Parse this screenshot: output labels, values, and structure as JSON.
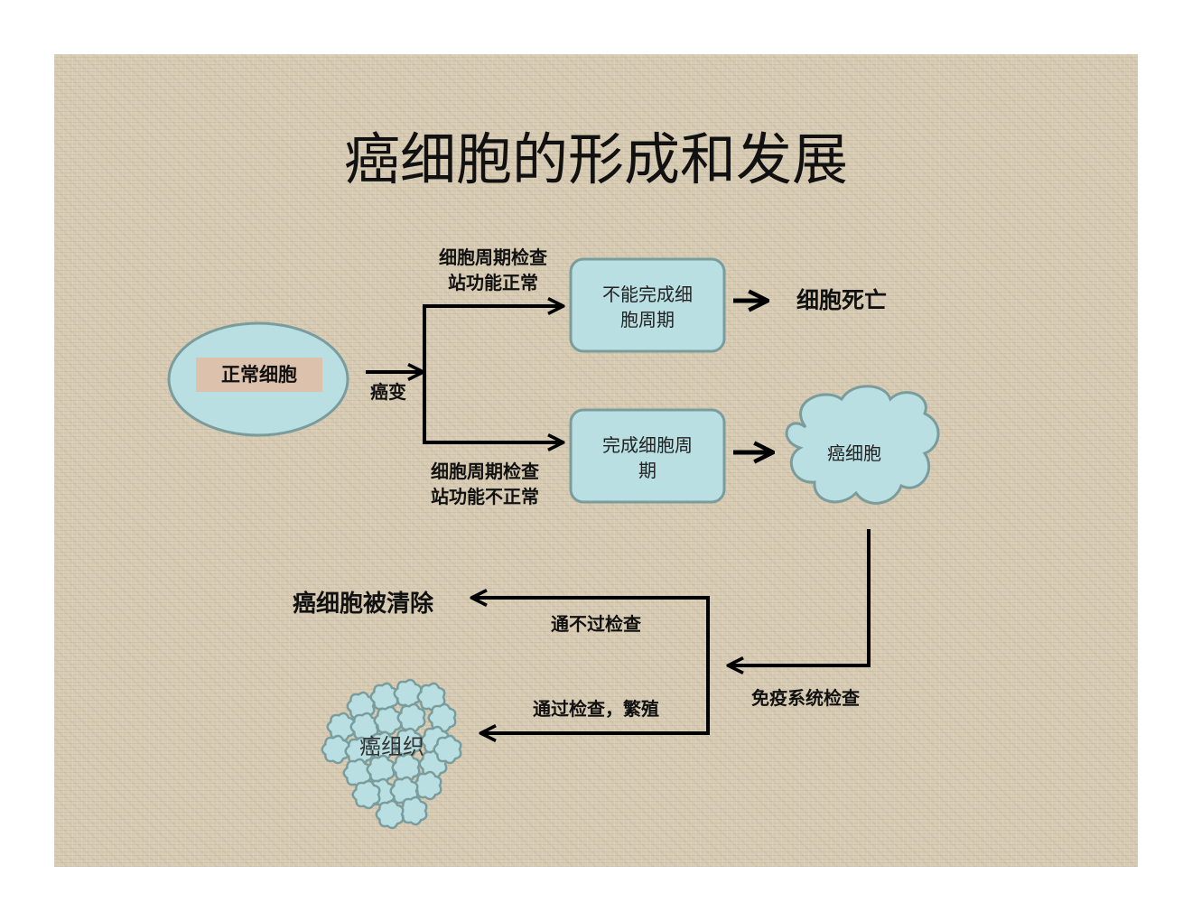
{
  "title": "癌细胞的形成和发展",
  "nodes": {
    "normal_cell": "正常细胞",
    "cannot_complete_l1": "不能完成细",
    "cannot_complete_l2": "胞周期",
    "complete_l1": "完成细胞周",
    "complete_l2": "期",
    "cell_death": "细胞死亡",
    "cancer_cell": "癌细胞",
    "cancer_cleared": "癌细胞被清除",
    "cancer_tissue": "癌组织"
  },
  "edges": {
    "canceration": "癌变",
    "checkpoint_normal_l1": "细胞周期检查",
    "checkpoint_normal_l2": "站功能正常",
    "checkpoint_abnormal_l1": "细胞周期检查",
    "checkpoint_abnormal_l2": "站功能不正常",
    "immune_check": "免疫系统检查",
    "fail_check": "通不过检查",
    "pass_check": "通过检查，繁殖"
  },
  "colors": {
    "node_fill": "#b9dfe2",
    "node_stroke": "#7a9c9c",
    "label_box": "#dcc1ac",
    "arrow": "#000000",
    "text": "#111111"
  }
}
